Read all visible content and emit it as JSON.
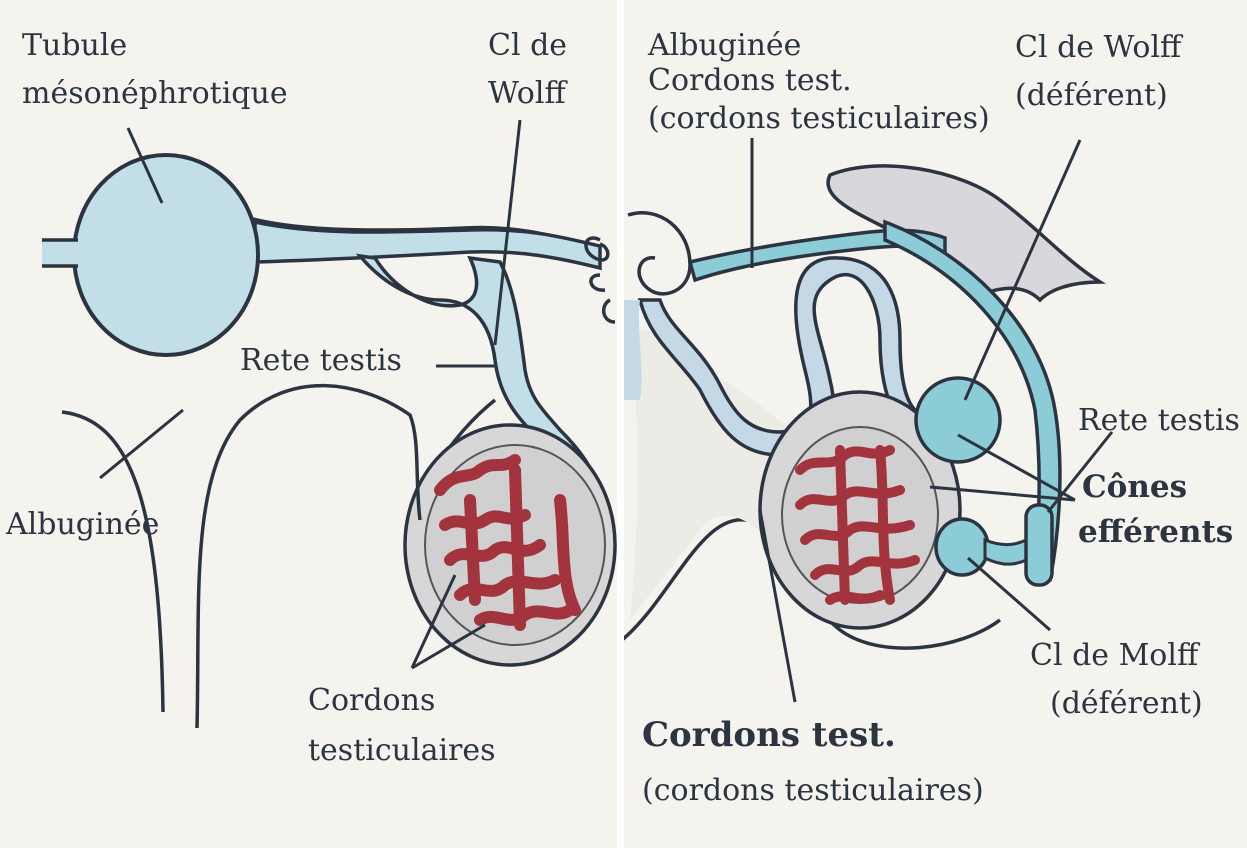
{
  "left_panel": {
    "labels": {
      "tubule_1": "Tubule",
      "tubule_2": "mésonéphrotique",
      "wolff_1": "Cl de",
      "wolff_2": "Wolff",
      "rete": "Rete testis",
      "albuginee": "Albuginée",
      "cordons_1": "Cordons",
      "cordons_2": "testiculaires"
    }
  },
  "right_panel": {
    "labels": {
      "albuginee_1": "Albuginée",
      "albuginee_2": "Cordons test.",
      "albuginee_3": "(cordons testiculaires)",
      "wolff_1": "Cl de Wolff",
      "wolff_2": "(déférent)",
      "rete": "Rete testis",
      "cones_1": "Cônes",
      "cones_2": "efférents",
      "molff_1": "Cl de Molff",
      "molff_2": "(déférent)",
      "cordons_1": "Cordons test.",
      "cordons_2": "(cordons testiculaires)"
    }
  },
  "colors": {
    "background": "#f4f3ee",
    "duct_light_blue": "#c2dfe8",
    "duct_teal": "#8cccd7",
    "outline": "#2b3440",
    "tunica_gray": "#cccccc",
    "cords_red": "#a3343d",
    "divider": "#ffffff"
  }
}
